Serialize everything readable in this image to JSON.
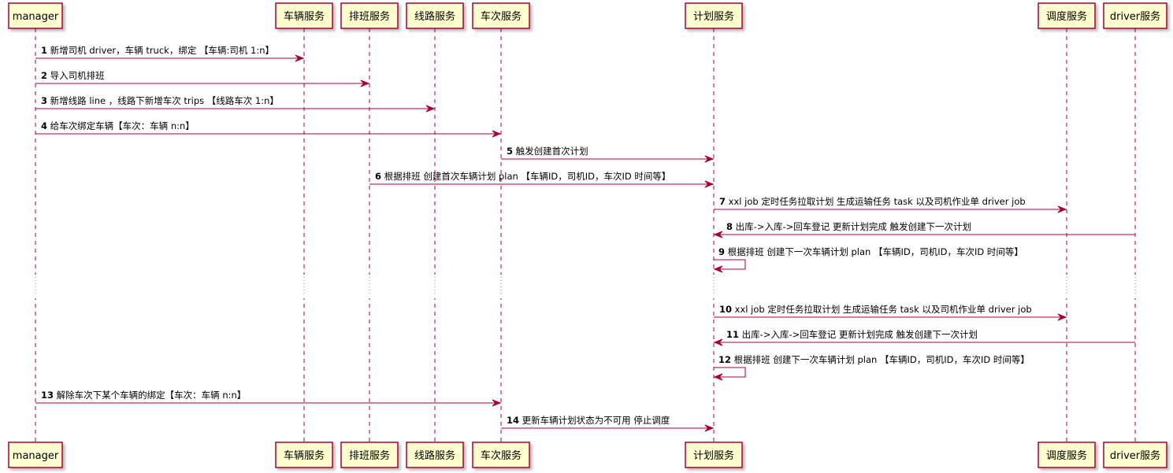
{
  "participants": [
    {
      "id": "manager",
      "label": "manager"
    },
    {
      "id": "vehicle",
      "label": "车辆服务"
    },
    {
      "id": "schedule",
      "label": "排班服务"
    },
    {
      "id": "route",
      "label": "线路服务"
    },
    {
      "id": "trip",
      "label": "车次服务"
    },
    {
      "id": "plan",
      "label": "计划服务"
    },
    {
      "id": "dispatch",
      "label": "调度服务"
    },
    {
      "id": "driver",
      "label": "driver服务"
    }
  ],
  "messages": [
    {
      "num": "1",
      "from": "manager",
      "to": "vehicle",
      "text": "新增司机 driver，车辆 truck，绑定 【车辆:司机 1:n】"
    },
    {
      "num": "2",
      "from": "manager",
      "to": "schedule",
      "text": "导入司机排班"
    },
    {
      "num": "3",
      "from": "manager",
      "to": "route",
      "text": "新增线路 line ，线路下新增车次 trips 【线路车次 1:n】"
    },
    {
      "num": "4",
      "from": "manager",
      "to": "trip",
      "text": "给车次绑定车辆【车次：车辆 n:n】"
    },
    {
      "num": "5",
      "from": "trip",
      "to": "plan",
      "text": "触发创建首次计划"
    },
    {
      "num": "6",
      "from": "schedule",
      "to": "plan",
      "text": "根据排班 创建首次车辆计划 plan 【车辆ID，司机ID，车次ID 时间等】"
    },
    {
      "num": "7",
      "from": "plan",
      "to": "dispatch",
      "text": "xxl job 定时任务拉取计划 生成运输任务 task 以及司机作业单 driver job"
    },
    {
      "num": "8",
      "from": "driver",
      "to": "plan",
      "text": "出库->入库->回车登记 更新计划完成 触发创建下一次计划"
    },
    {
      "num": "9",
      "from": "plan",
      "to": "plan",
      "text": "根据排班 创建下一次车辆计划 plan 【车辆ID，司机ID，车次ID 时间等】"
    },
    {
      "divider": true
    },
    {
      "num": "10",
      "from": "plan",
      "to": "dispatch",
      "text": "xxl job 定时任务拉取计划 生成运输任务 task 以及司机作业单 driver job"
    },
    {
      "num": "11",
      "from": "driver",
      "to": "plan",
      "text": "出库->入库->回车登记 更新计划完成 触发创建下一次计划"
    },
    {
      "num": "12",
      "from": "plan",
      "to": "plan",
      "text": "根据排班 创建下一次车辆计划 plan 【车辆ID，司机ID，车次ID 时间等】"
    },
    {
      "num": "13",
      "from": "manager",
      "to": "trip",
      "text": "解除车次下某个车辆的绑定【车次：车辆 n:n】"
    },
    {
      "num": "14",
      "from": "trip",
      "to": "plan",
      "text": "更新车辆计划状态为不可用 停止调度"
    }
  ],
  "colors": {
    "arrow": "#A80036",
    "box_fill": "#FEFECE",
    "box_border": "#A80036",
    "lifeline": "#A80036"
  }
}
